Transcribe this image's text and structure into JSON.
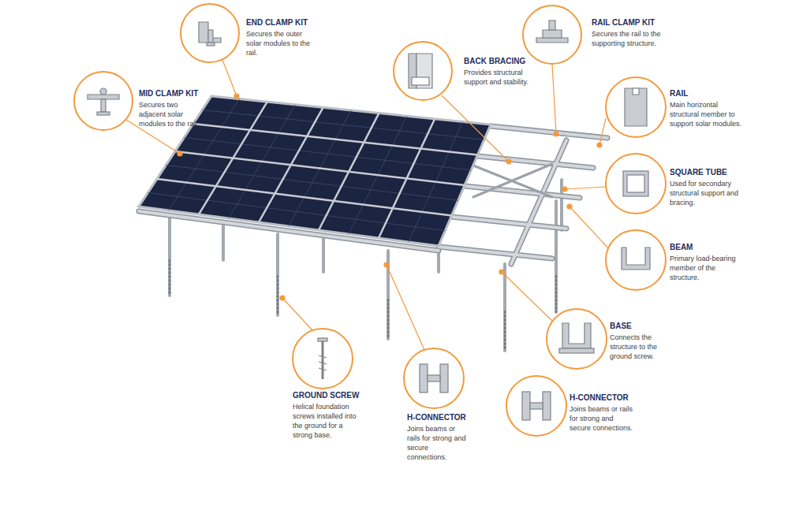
{
  "diagram": {
    "nodes": [
      {
        "text": [
          "END CLAMP KIT",
          "Secures the outer solar modules to the rail."
        ]
      },
      {
        "text": [
          "RAIL CLAMP KIT",
          "Secures the rail to the supporting structure."
        ]
      },
      {
        "text": [
          "BACK BRACING",
          "Provides structural support and stability."
        ]
      },
      {
        "text": [
          "MID CLAMP KIT",
          "Secures two adjacent solar modules to the rail."
        ]
      },
      {
        "text": [
          "RAIL",
          "Main horizontal structural member to support solar modules."
        ]
      },
      {
        "text": [
          "SQUARE TUBE",
          "Used for secondary structural support and bracing."
        ]
      },
      {
        "text": [
          "BEAM",
          "Primary load-bearing member of the structure."
        ]
      },
      {
        "text": [
          "BASE",
          "Connects the structure to the ground screw."
        ]
      },
      {
        "text": [
          "GROUND SCREW",
          "Helical foundation screws installed into the ground for a strong base."
        ]
      },
      {
        "text": [
          "H-CONNECTOR",
          "Joins beams or rails for strong and secure connections."
        ]
      },
      {
        "text": [
          "H-CONNECTOR",
          "Joins beams or rails for strong and secure connections."
        ]
      }
    ]
  }
}
